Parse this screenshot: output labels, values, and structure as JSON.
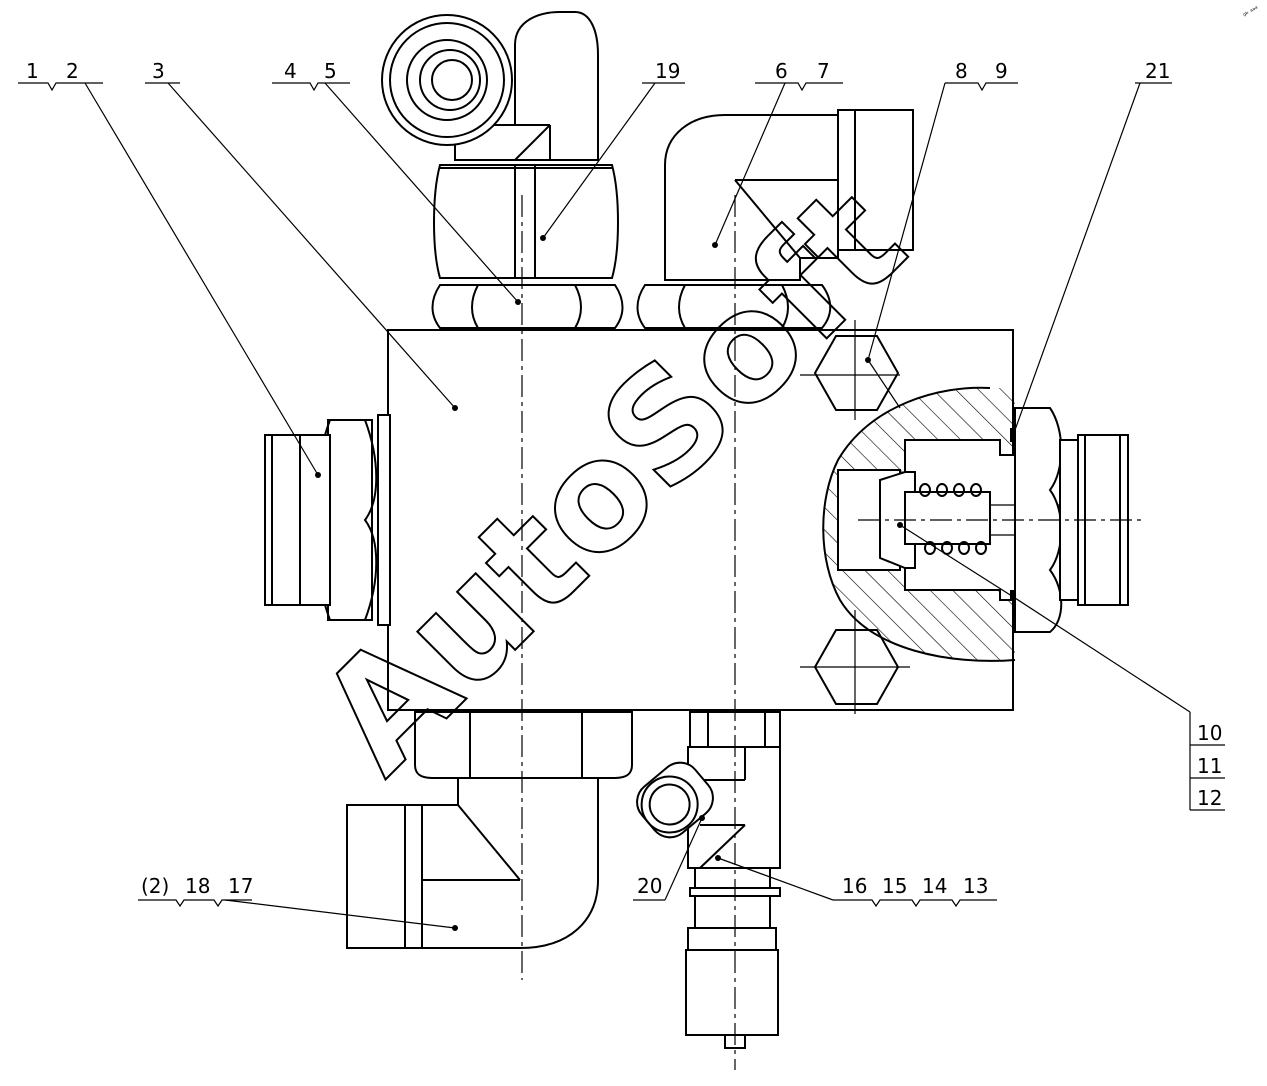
{
  "callouts": {
    "c1": "1",
    "c2": "2",
    "c3": "3",
    "c4": "4",
    "c5": "5",
    "c19": "19",
    "c6": "6",
    "c7": "7",
    "c8": "8",
    "c9": "9",
    "c21": "21",
    "c10": "10",
    "c11": "11",
    "c12": "12",
    "c2p": "(2)",
    "c18": "18",
    "c17": "17",
    "c20": "20",
    "c16": "16",
    "c15": "15",
    "c14": "14",
    "c13": "13"
  },
  "watermark": {
    "text": "AutoSoft"
  },
  "corner_mark": "ᵍᵇ ᵃᵃᵃ",
  "colors": {
    "line": "#000000",
    "background": "#ffffff"
  }
}
